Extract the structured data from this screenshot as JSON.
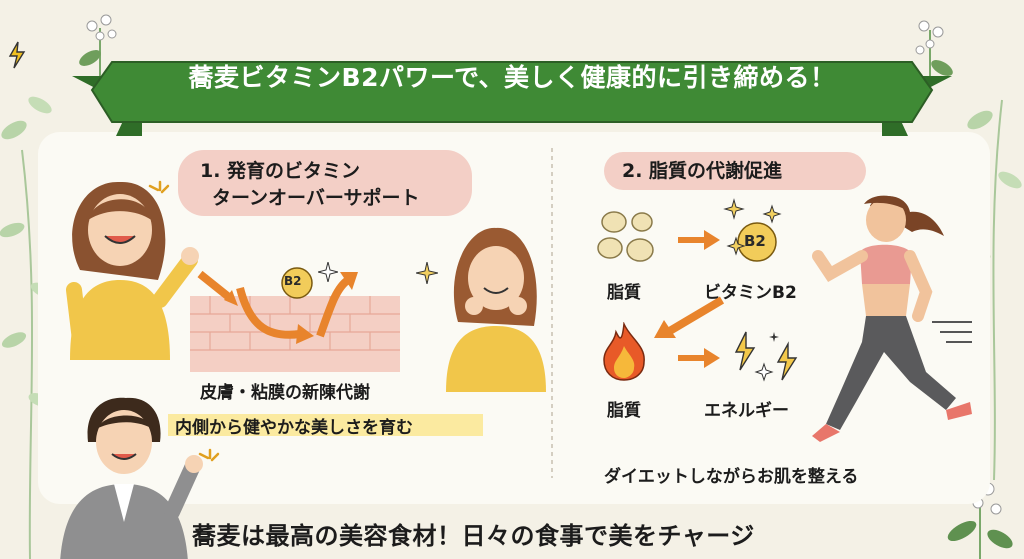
{
  "banner": {
    "title": "蕎麦ビタミンB2パワーで、美しく健康的に引き締める！",
    "color": "#3f8a35"
  },
  "section1": {
    "heading_line1": "1. 発育のビタミン",
    "heading_line2": "ターンオーバーサポート",
    "b2_badge": "B2",
    "skin_label": "皮膚・粘膜の新陳代謝",
    "subtitle": "内側から健やかな美しさを育む"
  },
  "section2": {
    "heading": "2. 脂質の代謝促進",
    "fat_label_top": "脂質",
    "b2_badge": "B2",
    "vitamin_label": "ビタミンB2",
    "fat_label_bottom": "脂質",
    "energy_label": "エネルギー",
    "subtitle": "ダイエットしながらお肌を整える"
  },
  "footer": {
    "text": "蕎麦は最高の美容食材！日々の食事で美をチャージ"
  },
  "colors": {
    "background": "#f4f1e6",
    "panel": "#fbfaf4",
    "pill": "#f3cfc6",
    "accent_orange": "#e8842c",
    "gold": "#e0b13a"
  }
}
